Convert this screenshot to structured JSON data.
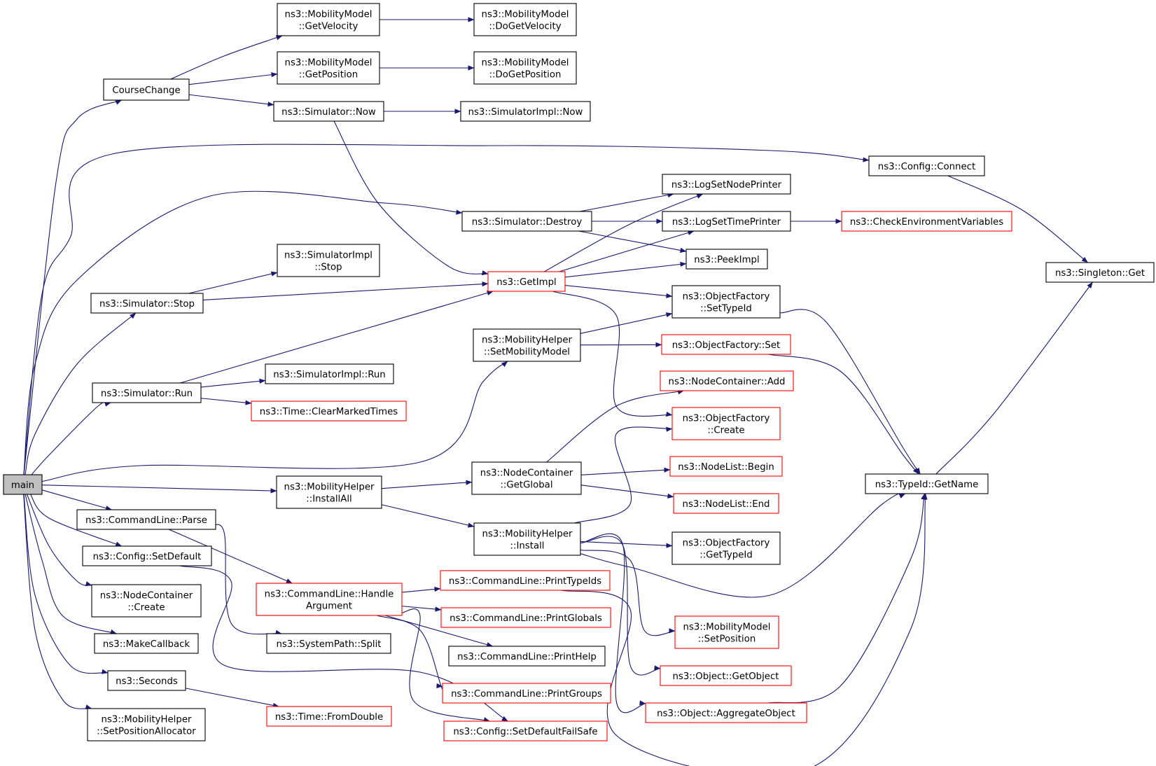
{
  "colors": {
    "edge": "#191970",
    "border_normal": "#000000",
    "border_external": "#ff0000",
    "root_fill": "#bfbfbf",
    "fill": "#ffffff"
  },
  "nodes": [
    {
      "id": "main",
      "lines": [
        "main"
      ],
      "style": "root"
    },
    {
      "id": "coursechange",
      "lines": [
        "CourseChange"
      ],
      "style": "normal"
    },
    {
      "id": "mm_getvelocity",
      "lines": [
        "ns3::MobilityModel",
        "::GetVelocity"
      ],
      "style": "normal"
    },
    {
      "id": "mm_dogetvelocity",
      "lines": [
        "ns3::MobilityModel",
        "::DoGetVelocity"
      ],
      "style": "normal"
    },
    {
      "id": "mm_getposition",
      "lines": [
        "ns3::MobilityModel",
        "::GetPosition"
      ],
      "style": "normal"
    },
    {
      "id": "mm_dogetposition",
      "lines": [
        "ns3::MobilityModel",
        "::DoGetPosition"
      ],
      "style": "normal"
    },
    {
      "id": "sim_now",
      "lines": [
        "ns3::Simulator::Now"
      ],
      "style": "normal"
    },
    {
      "id": "simimpl_now",
      "lines": [
        "ns3::SimulatorImpl::Now"
      ],
      "style": "normal"
    },
    {
      "id": "config_connect",
      "lines": [
        "ns3::Config::Connect"
      ],
      "style": "normal"
    },
    {
      "id": "singleton_get",
      "lines": [
        "ns3::Singleton::Get"
      ],
      "style": "normal"
    },
    {
      "id": "logsetnodeprinter",
      "lines": [
        "ns3::LogSetNodePrinter"
      ],
      "style": "normal"
    },
    {
      "id": "sim_destroy",
      "lines": [
        "ns3::Simulator::Destroy"
      ],
      "style": "normal"
    },
    {
      "id": "logsettimeprinter",
      "lines": [
        "ns3::LogSetTimePrinter"
      ],
      "style": "normal"
    },
    {
      "id": "checkenv",
      "lines": [
        "ns3::CheckEnvironmentVariables"
      ],
      "style": "external"
    },
    {
      "id": "peekimpl",
      "lines": [
        "ns3::PeekImpl"
      ],
      "style": "normal"
    },
    {
      "id": "simimpl_stop",
      "lines": [
        "ns3::SimulatorImpl",
        "::Stop"
      ],
      "style": "normal"
    },
    {
      "id": "getimpl",
      "lines": [
        "ns3::GetImpl"
      ],
      "style": "external"
    },
    {
      "id": "sim_stop",
      "lines": [
        "ns3::Simulator::Stop"
      ],
      "style": "normal"
    },
    {
      "id": "of_settypeid",
      "lines": [
        "ns3::ObjectFactory",
        "::SetTypeId"
      ],
      "style": "normal"
    },
    {
      "id": "mh_setmobilitymodel",
      "lines": [
        "ns3::MobilityHelper",
        "::SetMobilityModel"
      ],
      "style": "normal"
    },
    {
      "id": "of_set",
      "lines": [
        "ns3::ObjectFactory::Set"
      ],
      "style": "external"
    },
    {
      "id": "simimpl_run",
      "lines": [
        "ns3::SimulatorImpl::Run"
      ],
      "style": "normal"
    },
    {
      "id": "sim_run",
      "lines": [
        "ns3::Simulator::Run"
      ],
      "style": "normal"
    },
    {
      "id": "time_clearmarked",
      "lines": [
        "ns3::Time::ClearMarkedTimes"
      ],
      "style": "external"
    },
    {
      "id": "nc_add",
      "lines": [
        "ns3::NodeContainer::Add"
      ],
      "style": "external"
    },
    {
      "id": "of_create",
      "lines": [
        "ns3::ObjectFactory",
        "::Create"
      ],
      "style": "external"
    },
    {
      "id": "nodelist_begin",
      "lines": [
        "ns3::NodeList::Begin"
      ],
      "style": "external"
    },
    {
      "id": "typeid_getname",
      "lines": [
        "ns3::TypeId::GetName"
      ],
      "style": "normal"
    },
    {
      "id": "mh_installall",
      "lines": [
        "ns3::MobilityHelper",
        "::InstallAll"
      ],
      "style": "normal"
    },
    {
      "id": "nc_getglobal",
      "lines": [
        "ns3::NodeContainer",
        "::GetGlobal"
      ],
      "style": "normal"
    },
    {
      "id": "nodelist_end",
      "lines": [
        "ns3::NodeList::End"
      ],
      "style": "external"
    },
    {
      "id": "cl_parse",
      "lines": [
        "ns3::CommandLine::Parse"
      ],
      "style": "normal"
    },
    {
      "id": "mh_install",
      "lines": [
        "ns3::MobilityHelper",
        "::Install"
      ],
      "style": "normal"
    },
    {
      "id": "of_gettypeid",
      "lines": [
        "ns3::ObjectFactory",
        "::GetTypeId"
      ],
      "style": "normal"
    },
    {
      "id": "config_setdefault",
      "lines": [
        "ns3::Config::SetDefault"
      ],
      "style": "normal"
    },
    {
      "id": "cl_printtypeids",
      "lines": [
        "ns3::CommandLine::PrintTypeIds"
      ],
      "style": "external"
    },
    {
      "id": "cl_handleargument",
      "lines": [
        "ns3::CommandLine::Handle",
        "Argument"
      ],
      "style": "external"
    },
    {
      "id": "nc_create",
      "lines": [
        "ns3::NodeContainer",
        "::Create"
      ],
      "style": "normal"
    },
    {
      "id": "cl_printglobals",
      "lines": [
        "ns3::CommandLine::PrintGlobals"
      ],
      "style": "external"
    },
    {
      "id": "mm_setposition",
      "lines": [
        "ns3::MobilityModel",
        "::SetPosition"
      ],
      "style": "external"
    },
    {
      "id": "makecallback",
      "lines": [
        "ns3::MakeCallback"
      ],
      "style": "normal"
    },
    {
      "id": "systempath_split",
      "lines": [
        "ns3::SystemPath::Split"
      ],
      "style": "normal"
    },
    {
      "id": "cl_printhelp",
      "lines": [
        "ns3::CommandLine::PrintHelp"
      ],
      "style": "normal"
    },
    {
      "id": "seconds",
      "lines": [
        "ns3::Seconds"
      ],
      "style": "normal"
    },
    {
      "id": "object_getobject",
      "lines": [
        "ns3::Object::GetObject"
      ],
      "style": "external"
    },
    {
      "id": "cl_printgroups",
      "lines": [
        "ns3::CommandLine::PrintGroups"
      ],
      "style": "external"
    },
    {
      "id": "object_aggregate",
      "lines": [
        "ns3::Object::AggregateObject"
      ],
      "style": "external"
    },
    {
      "id": "mh_setpositionallocator",
      "lines": [
        "ns3::MobilityHelper",
        "::SetPositionAllocator"
      ],
      "style": "normal"
    },
    {
      "id": "time_fromdouble",
      "lines": [
        "ns3::Time::FromDouble"
      ],
      "style": "external"
    },
    {
      "id": "config_setdefaultfailsafe",
      "lines": [
        "ns3::Config::SetDefaultFailSafe"
      ],
      "style": "external"
    }
  ],
  "edges": [
    [
      "main",
      "coursechange"
    ],
    [
      "main",
      "config_connect"
    ],
    [
      "main",
      "sim_destroy"
    ],
    [
      "main",
      "sim_stop"
    ],
    [
      "main",
      "sim_run"
    ],
    [
      "main",
      "mh_setmobilitymodel"
    ],
    [
      "main",
      "mh_installall"
    ],
    [
      "main",
      "cl_parse"
    ],
    [
      "main",
      "config_setdefault"
    ],
    [
      "main",
      "nc_create"
    ],
    [
      "main",
      "makecallback"
    ],
    [
      "main",
      "seconds"
    ],
    [
      "main",
      "mh_setpositionallocator"
    ],
    [
      "coursechange",
      "mm_getvelocity"
    ],
    [
      "coursechange",
      "mm_getposition"
    ],
    [
      "coursechange",
      "sim_now"
    ],
    [
      "mm_getvelocity",
      "mm_dogetvelocity"
    ],
    [
      "mm_getposition",
      "mm_dogetposition"
    ],
    [
      "sim_now",
      "simimpl_now"
    ],
    [
      "sim_now",
      "getimpl"
    ],
    [
      "config_connect",
      "singleton_get"
    ],
    [
      "sim_destroy",
      "logsetnodeprinter"
    ],
    [
      "sim_destroy",
      "logsettimeprinter"
    ],
    [
      "sim_destroy",
      "peekimpl"
    ],
    [
      "logsettimeprinter",
      "checkenv"
    ],
    [
      "getimpl",
      "logsetnodeprinter"
    ],
    [
      "getimpl",
      "logsettimeprinter"
    ],
    [
      "getimpl",
      "peekimpl"
    ],
    [
      "getimpl",
      "of_settypeid"
    ],
    [
      "getimpl",
      "of_create"
    ],
    [
      "sim_stop",
      "simimpl_stop"
    ],
    [
      "sim_stop",
      "getimpl"
    ],
    [
      "sim_run",
      "getimpl"
    ],
    [
      "sim_run",
      "simimpl_run"
    ],
    [
      "sim_run",
      "time_clearmarked"
    ],
    [
      "mh_setmobilitymodel",
      "of_settypeid"
    ],
    [
      "mh_setmobilitymodel",
      "of_set"
    ],
    [
      "of_settypeid",
      "typeid_getname"
    ],
    [
      "of_set",
      "typeid_getname"
    ],
    [
      "typeid_getname",
      "singleton_get"
    ],
    [
      "mh_installall",
      "nc_getglobal"
    ],
    [
      "mh_installall",
      "mh_install"
    ],
    [
      "nc_getglobal",
      "nc_add"
    ],
    [
      "nc_getglobal",
      "nodelist_begin"
    ],
    [
      "nc_getglobal",
      "nodelist_end"
    ],
    [
      "mh_install",
      "of_create"
    ],
    [
      "mh_install",
      "of_gettypeid"
    ],
    [
      "mh_install",
      "typeid_getname"
    ],
    [
      "mh_install",
      "mm_setposition"
    ],
    [
      "mh_install",
      "object_getobject"
    ],
    [
      "mh_install",
      "object_aggregate"
    ],
    [
      "object_aggregate",
      "typeid_getname"
    ],
    [
      "cl_parse",
      "cl_handleargument"
    ],
    [
      "cl_parse",
      "systempath_split"
    ],
    [
      "cl_handleargument",
      "cl_printtypeids"
    ],
    [
      "cl_handleargument",
      "cl_printglobals"
    ],
    [
      "cl_handleargument",
      "cl_printhelp"
    ],
    [
      "cl_handleargument",
      "cl_printgroups"
    ],
    [
      "cl_handleargument",
      "config_setdefaultfailsafe"
    ],
    [
      "cl_printtypeids",
      "typeid_getname"
    ],
    [
      "config_setdefault",
      "config_setdefaultfailsafe"
    ],
    [
      "seconds",
      "time_fromdouble"
    ]
  ]
}
